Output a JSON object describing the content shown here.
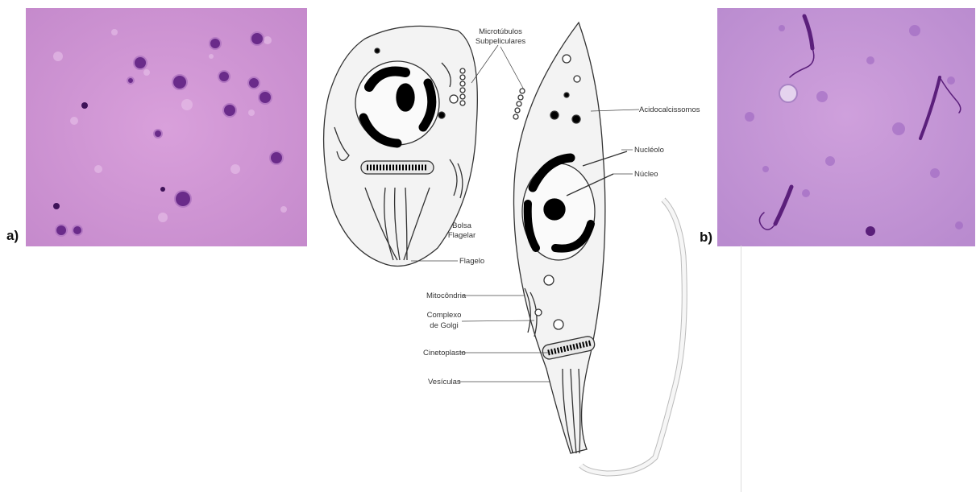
{
  "panels": {
    "a_label": "a)",
    "b_label": "b)"
  },
  "diagram_labels": {
    "microtubulos_line1": "Microtúbulos",
    "microtubulos_line2": "Subpeliculares",
    "acidocalcissomos": "Acidocalcissomos",
    "nucleolo": "Nucléolo",
    "nucleo": "Núcleo",
    "bolsa_line1": "Bolsa",
    "bolsa_line2": "Flagelar",
    "flagelo": "Flagelo",
    "mitocondria": "Mitocôndria",
    "golgi_line1": "Complexo",
    "golgi_line2": "de Golgi",
    "cinetoplasto": "Cinetoplasto",
    "vesiculas": "Vesículas"
  },
  "colors": {
    "stain_background": "#c98bd0",
    "stain_dark": "#5a1f7a",
    "cell_fill": "#f2f2f2",
    "outline": "#333333"
  }
}
